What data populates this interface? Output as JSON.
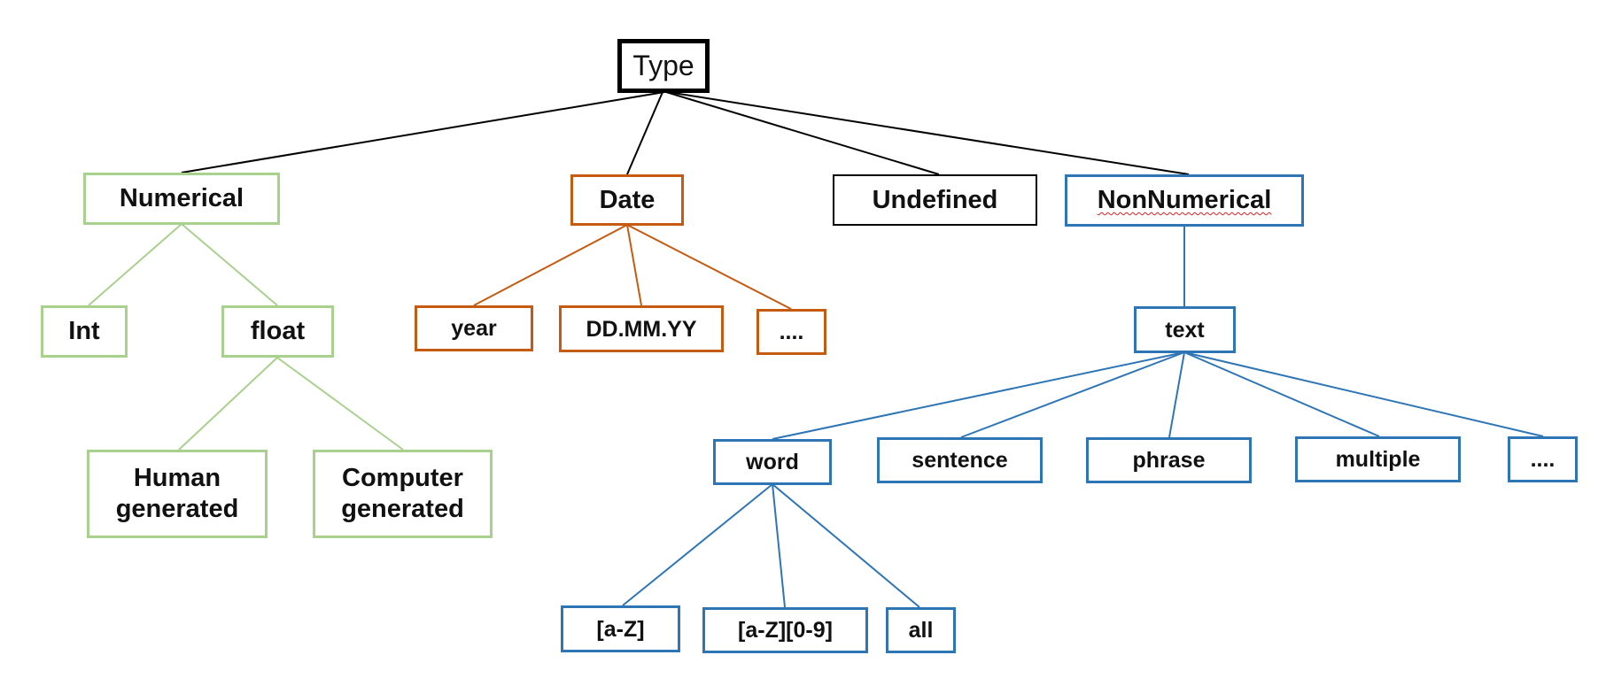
{
  "colors": {
    "numerical": "#a9d18e",
    "date": "#c55a11",
    "nonnumerical": "#2e75b6",
    "neutral": "#000000"
  },
  "nodes": {
    "type": "Type",
    "numerical": "Numerical",
    "int": "Int",
    "float": "float",
    "human_generated": "Human\ngenerated",
    "computer_generated": "Computer\ngenerated",
    "date": "Date",
    "year": "year",
    "ddmmyy": "DD.MM.YY",
    "date_more": "....",
    "undefined": "Undefined",
    "nonnumerical": "NonNumerical",
    "text": "text",
    "word": "word",
    "sentence": "sentence",
    "phrase": "phrase",
    "multiple": "multiple",
    "text_more": "....",
    "az": "[a-Z]",
    "az09": "[a-Z][0-9]",
    "all": "all"
  }
}
